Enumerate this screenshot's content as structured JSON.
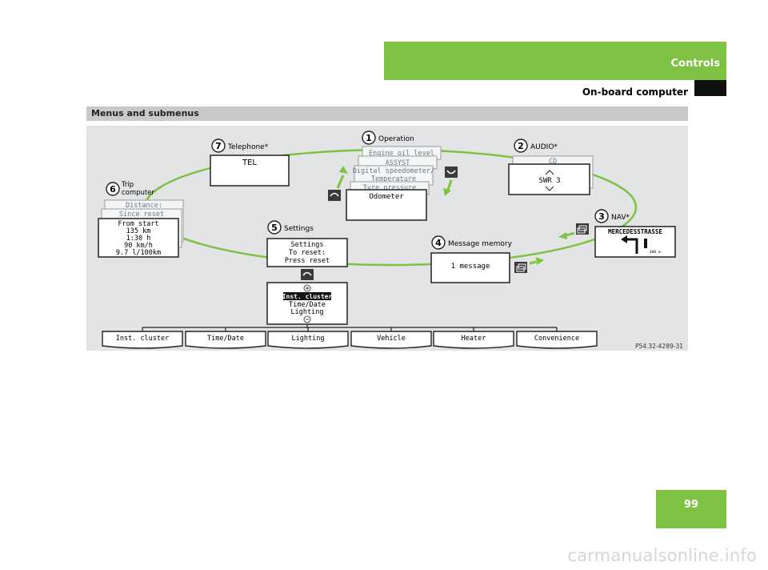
{
  "header": {
    "section": "Controls",
    "subsection": "On-board computer",
    "colors": {
      "accent": "#7dc242",
      "dark": "#111111"
    }
  },
  "band_title": "Menus and submenus",
  "diagram": {
    "callouts": {
      "operation": {
        "num": "1",
        "label": "Operation"
      },
      "audio": {
        "num": "2",
        "label": "AUDIO*"
      },
      "nav": {
        "num": "3",
        "label": "NAV*"
      },
      "message": {
        "num": "4",
        "label": "Message memory"
      },
      "settings": {
        "num": "5",
        "label": "Settings"
      },
      "trip": {
        "num": "6",
        "label1": "Trip",
        "label2": "computer"
      },
      "telephone": {
        "num": "7",
        "label": "Telephone*"
      }
    },
    "tel_screen": "TEL",
    "operation_stack": {
      "back": [
        "Engine oil level",
        "ASSYST"
      ],
      "speedo_1": "Digital speedometer/",
      "speedo_2": "Temperature",
      "tyre": "Tyre pressure",
      "front": "Odometer"
    },
    "audio_stack": {
      "back": "CD",
      "front": "SWR 3"
    },
    "nav_screen": {
      "street": "MERCEDESSTRASSE",
      "distance": "400 m"
    },
    "message_screen": "1 message",
    "trip_stack": {
      "back": [
        "Distance:",
        "Since reset"
      ],
      "front": [
        "From start",
        "135 km",
        "1:30 h",
        "90 km/h",
        "9.7 l/100km"
      ]
    },
    "settings_screen": [
      "Settings",
      "To reset:",
      "Press reset"
    ],
    "settings_submenu": {
      "selected": "Inst. cluster",
      "items": [
        "Time/Date",
        "Lighting"
      ]
    },
    "tabs": [
      "Inst. cluster",
      "Time/Date",
      "Lighting",
      "Vehicle",
      "Heater",
      "Convenience"
    ],
    "figure_id": "P54.32-4289-31"
  },
  "page_number": "99",
  "watermark": "carmanualsonline.info"
}
